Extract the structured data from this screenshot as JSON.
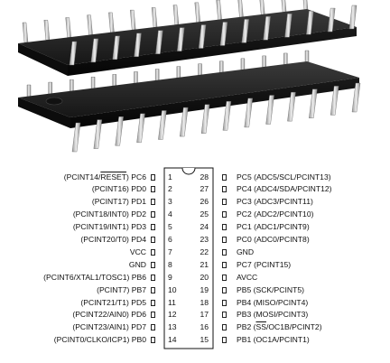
{
  "package_photo": {
    "description_icons": [
      "dip28-chip-upper",
      "dip28-chip-lower"
    ]
  },
  "pinout": {
    "left": [
      {
        "num": "1",
        "label": "(PCINT14/",
        "ovl": "RESET",
        "after": ") PC6"
      },
      {
        "num": "2",
        "label": "(PCINT16) PD0"
      },
      {
        "num": "3",
        "label": "(PCINT17) PD1"
      },
      {
        "num": "4",
        "label": "(PCINT18/INT0) PD2"
      },
      {
        "num": "5",
        "label": "(PCINT19/INT1) PD3"
      },
      {
        "num": "6",
        "label": "(PCINT20/T0) PD4"
      },
      {
        "num": "7",
        "label": "VCC"
      },
      {
        "num": "8",
        "label": "GND"
      },
      {
        "num": "9",
        "label": "(PCINT6/XTAL1/TOSC1) PB6"
      },
      {
        "num": "10",
        "label": "(PCINT7) PB7"
      },
      {
        "num": "11",
        "label": "(PCINT21/T1) PD5"
      },
      {
        "num": "12",
        "label": "(PCINT22/AIN0) PD6"
      },
      {
        "num": "13",
        "label": "(PCINT23/AIN1) PD7"
      },
      {
        "num": "14",
        "label": "(PCINT0/CLKO/ICP1) PB0"
      }
    ],
    "right": [
      {
        "num": "28",
        "label": "PC5 (ADC5/SCL/PCINT13)"
      },
      {
        "num": "27",
        "label": "PC4 (ADC4/SDA/PCINT12)"
      },
      {
        "num": "26",
        "label": "PC3 (ADC3/PCINT11)"
      },
      {
        "num": "25",
        "label": "PC2 (ADC2/PCINT10)"
      },
      {
        "num": "24",
        "label": "PC1 (ADC1/PCINT9)"
      },
      {
        "num": "23",
        "label": "PC0 (ADC0/PCINT8)"
      },
      {
        "num": "22",
        "label": "GND"
      },
      {
        "num": "21",
        "label": "PC7 (PCINT15)"
      },
      {
        "num": "20",
        "label": "AVCC"
      },
      {
        "num": "19",
        "label": "PB5 (SCK/PCINT5)"
      },
      {
        "num": "18",
        "label": "PB4 (MISO/PCINT4)"
      },
      {
        "num": "17",
        "label": "PB3 (MOSI/PCINT3)"
      },
      {
        "num": "16",
        "label": "PB2 (",
        "ovl": "SS",
        "after": "/OC1B/PCINT2)"
      },
      {
        "num": "15",
        "label": "PB1 (OC1A/PCINT1)"
      }
    ]
  }
}
